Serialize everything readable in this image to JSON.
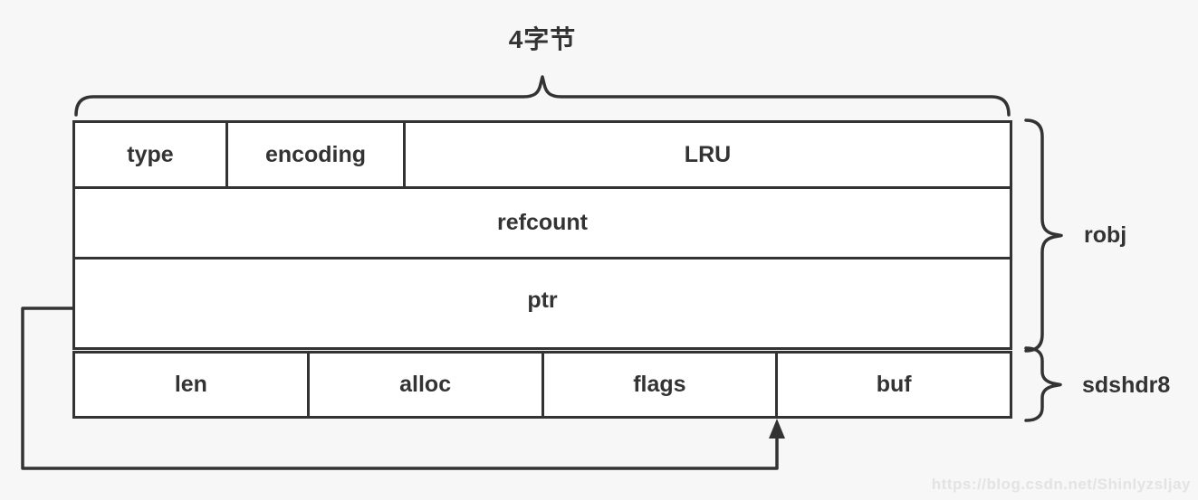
{
  "figure": {
    "size_label": "4字节",
    "robj": {
      "brace_label": "robj",
      "row1": {
        "cells": [
          "type",
          "encoding",
          "LRU"
        ]
      },
      "row2": "refcount",
      "row3": "ptr"
    },
    "sdshdr8": {
      "brace_label": "sdshdr8",
      "cells": [
        "len",
        "alloc",
        "flags",
        "buf"
      ]
    },
    "watermark": "https://blog.csdn.net/Shinlyzsljay"
  },
  "colors": {
    "stroke": "#333333",
    "background": "#f7f7f7",
    "cell_background": "#ffffff",
    "text": "#333333",
    "watermark_text": "#e3e3e3"
  }
}
